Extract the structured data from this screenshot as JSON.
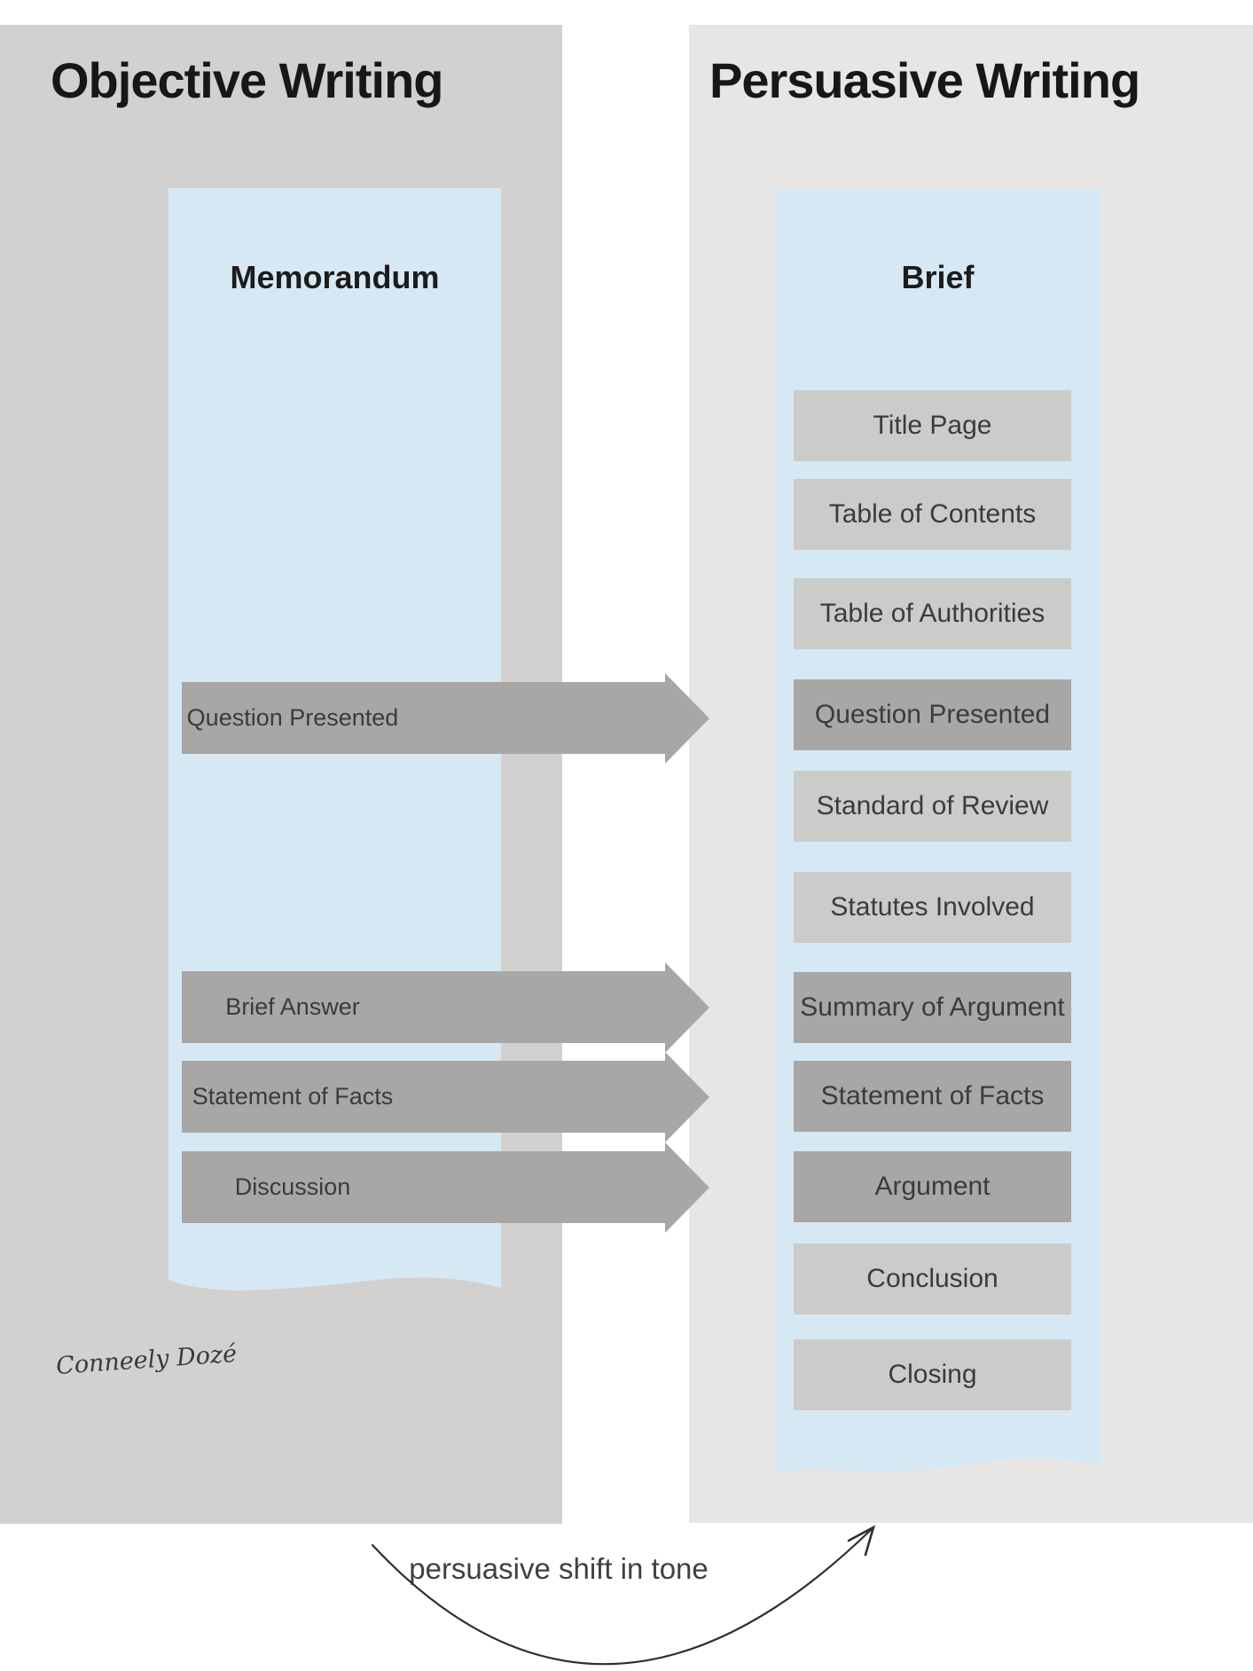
{
  "left_column": {
    "title": "Objective Writing",
    "document_title": "Memorandum",
    "arrows": [
      {
        "label": "Question Presented"
      },
      {
        "label": "Brief Answer"
      },
      {
        "label": "Statement of Facts"
      },
      {
        "label": "Discussion"
      }
    ],
    "signature": "Conneely Dozé"
  },
  "right_column": {
    "title": "Persuasive Writing",
    "document_title": "Brief",
    "boxes": [
      {
        "label": "Title Page",
        "emphasis": false
      },
      {
        "label": "Table of Contents",
        "emphasis": false
      },
      {
        "label": "Table of Authorities",
        "emphasis": false
      },
      {
        "label": "Question Presented",
        "emphasis": true
      },
      {
        "label": "Standard of Review",
        "emphasis": false
      },
      {
        "label": "Statutes Involved",
        "emphasis": false
      },
      {
        "label": "Summary of Argument",
        "emphasis": true
      },
      {
        "label": "Statement of Facts",
        "emphasis": true
      },
      {
        "label": "Argument",
        "emphasis": true
      },
      {
        "label": "Conclusion",
        "emphasis": false
      },
      {
        "label": "Closing",
        "emphasis": false
      }
    ]
  },
  "footer": {
    "annotation": "persuasive shift in tone"
  },
  "colors": {
    "left_panel_bg": "#d2d1d0",
    "right_panel_bg": "#e7e6e4",
    "document_panel_blue": "#d7e8f5",
    "box_light_gray": "#cbcbc9",
    "box_dark_gray": "#a8a7a6",
    "text_dark": "#3b3b3b",
    "heading_black": "#171717"
  }
}
